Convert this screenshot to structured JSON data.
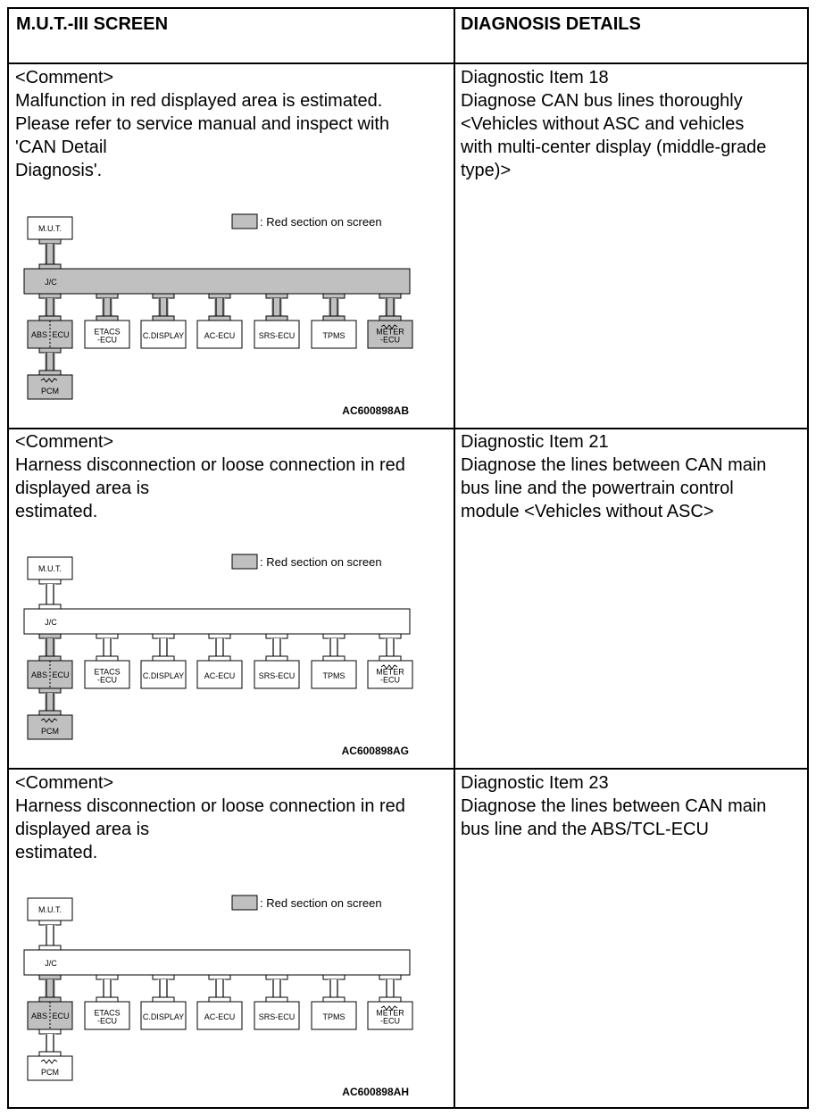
{
  "table": {
    "header_left": "M.U.T.-III SCREEN",
    "header_right": "DIAGNOSIS DETAILS"
  },
  "colors": {
    "red_section": "#c0c0c0",
    "line": "#000000"
  },
  "rows": [
    {
      "comment": "<Comment>\nMalfunction in red displayed area is estimated.\nPlease refer to service manual and inspect with\n'CAN Detail\nDiagnosis'.",
      "details": "Diagnostic Item 18\nDiagnose CAN bus lines thoroughly\n<Vehicles without ASC and vehicles\nwith multi-center display (middle-grade\ntype)>",
      "diagram": {
        "legend": ": Red section on screen",
        "mut": "M.U.T.",
        "jc": "J/C",
        "abs_left": "ABS",
        "abs_right": "ECU",
        "pcm": "PCM",
        "ecus": [
          "ETACS\n-ECU",
          "C.DISPLAY",
          "AC-ECU",
          "SRS-ECU",
          "TPMS",
          "METER\n-ECU"
        ],
        "code": "AC600898AB",
        "red": {
          "jc": true,
          "abs": true,
          "pcm": true,
          "meter": true,
          "ecus": [
            false,
            false,
            false,
            false,
            false,
            true
          ],
          "stubs": true,
          "mut_conn": true
        }
      }
    },
    {
      "comment": "<Comment>\nHarness disconnection or loose connection in red\ndisplayed area is\nestimated.",
      "details": "Diagnostic Item 21\nDiagnose the lines between CAN main\nbus line and the powertrain control\nmodule <Vehicles without ASC>",
      "diagram": {
        "legend": ": Red section on screen",
        "mut": "M.U.T.",
        "jc": "J/C",
        "abs_left": "ABS",
        "abs_right": "ECU",
        "pcm": "PCM",
        "ecus": [
          "ETACS\n-ECU",
          "C.DISPLAY",
          "AC-ECU",
          "SRS-ECU",
          "TPMS",
          "METER\n-ECU"
        ],
        "code": "AC600898AG",
        "red": {
          "jc": false,
          "abs": true,
          "pcm": true,
          "meter": false,
          "ecus": [
            false,
            false,
            false,
            false,
            false,
            false
          ],
          "stubs": false,
          "mut_conn": false
        }
      }
    },
    {
      "comment": "<Comment>\nHarness disconnection or loose connection in red\ndisplayed area is\nestimated.",
      "details": "Diagnostic Item 23\nDiagnose the lines between CAN main\nbus line and the ABS/TCL-ECU",
      "diagram": {
        "legend": ": Red section on screen",
        "mut": "M.U.T.",
        "jc": "J/C",
        "abs_left": "ABS",
        "abs_right": "ECU",
        "pcm": "PCM",
        "ecus": [
          "ETACS\n-ECU",
          "C.DISPLAY",
          "AC-ECU",
          "SRS-ECU",
          "TPMS",
          "METER\n-ECU"
        ],
        "code": "AC600898AH",
        "red": {
          "jc": false,
          "abs": true,
          "pcm": false,
          "meter": false,
          "ecus": [
            false,
            false,
            false,
            false,
            false,
            false
          ],
          "stubs": false,
          "mut_conn": false
        }
      }
    }
  ]
}
